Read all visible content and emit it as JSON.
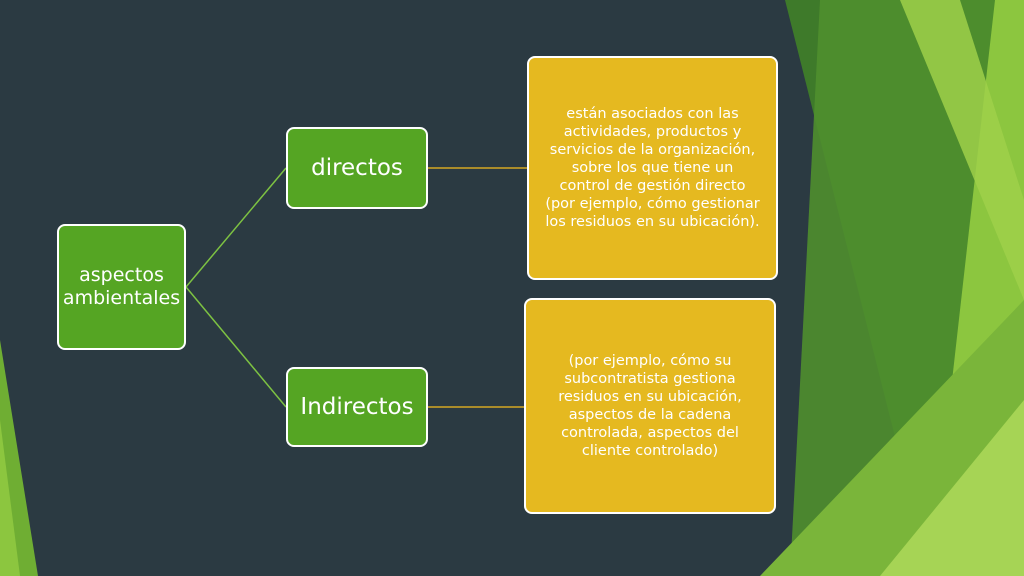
{
  "diagram": {
    "root": {
      "label": "aspectos ambientales"
    },
    "branches": [
      {
        "label": "directos",
        "description": "están asociados con las actividades, productos y servicios de la organización, sobre los que tiene un control de gestión directo (por ejemplo, cómo gestionar los residuos en su ubicación)."
      },
      {
        "label": "Indirectos",
        "description": "(por ejemplo, cómo su subcontratista gestiona residuos en su ubicación, aspectos de la cadena controlada, aspectos del cliente controlado)"
      }
    ]
  },
  "colors": {
    "background": "#2b3a42",
    "node_green": "#55a523",
    "node_gold": "#e5b920",
    "connector_green": "#7dc242",
    "connector_gold": "#d4a823",
    "accent_green_light": "#8cc63f",
    "accent_green_dark": "#3e7a2a"
  }
}
